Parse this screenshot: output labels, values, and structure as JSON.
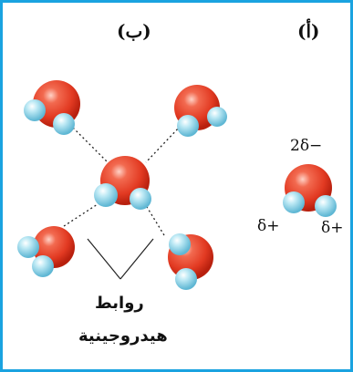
{
  "labels": {
    "panel_b": "(ب)",
    "panel_a": "(أ)",
    "partial_negative": "2δ−",
    "partial_positive_left": "δ+",
    "partial_positive_right": "δ+",
    "hydrogen_bonds_line1": "روابط",
    "hydrogen_bonds_line2": "هيدروجينية"
  },
  "colors": {
    "border": "#1aa3e0",
    "oxygen": "#e8402a",
    "hydrogen": "#8fd6ec",
    "bond_line": "#222222"
  }
}
